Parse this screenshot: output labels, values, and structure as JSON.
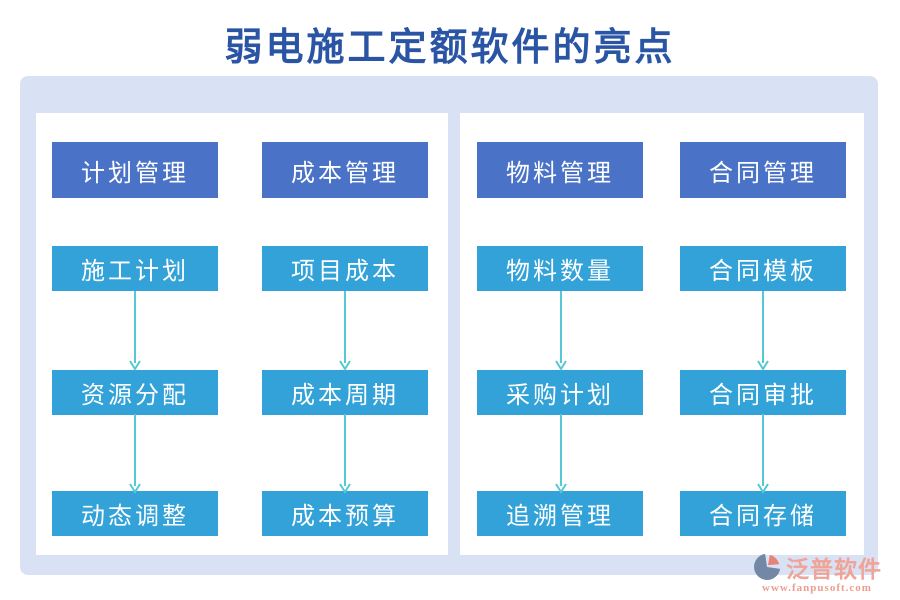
{
  "page": {
    "title": "弱电施工定额软件的亮点"
  },
  "colors": {
    "title_text": "#2a55a4",
    "frame_background": "#d9e1f4",
    "panel_background": "#ffffff",
    "header_box": "#4a73c8",
    "feature_box": "#32a2d8",
    "arrow": "#55c8d5",
    "brand_text": "#f0a397"
  },
  "columns": [
    {
      "header": "计划管理",
      "items": [
        "施工计划",
        "资源分配",
        "动态调整"
      ]
    },
    {
      "header": "成本管理",
      "items": [
        "项目成本",
        "成本周期",
        "成本预算"
      ]
    },
    {
      "header": "物料管理",
      "items": [
        "物料数量",
        "采购计划",
        "追溯管理"
      ]
    },
    {
      "header": "合同管理",
      "items": [
        "合同模板",
        "合同审批",
        "合同存储"
      ]
    }
  ],
  "footer": {
    "brand": "泛普软件",
    "url": "www.fanpusoft.com"
  }
}
